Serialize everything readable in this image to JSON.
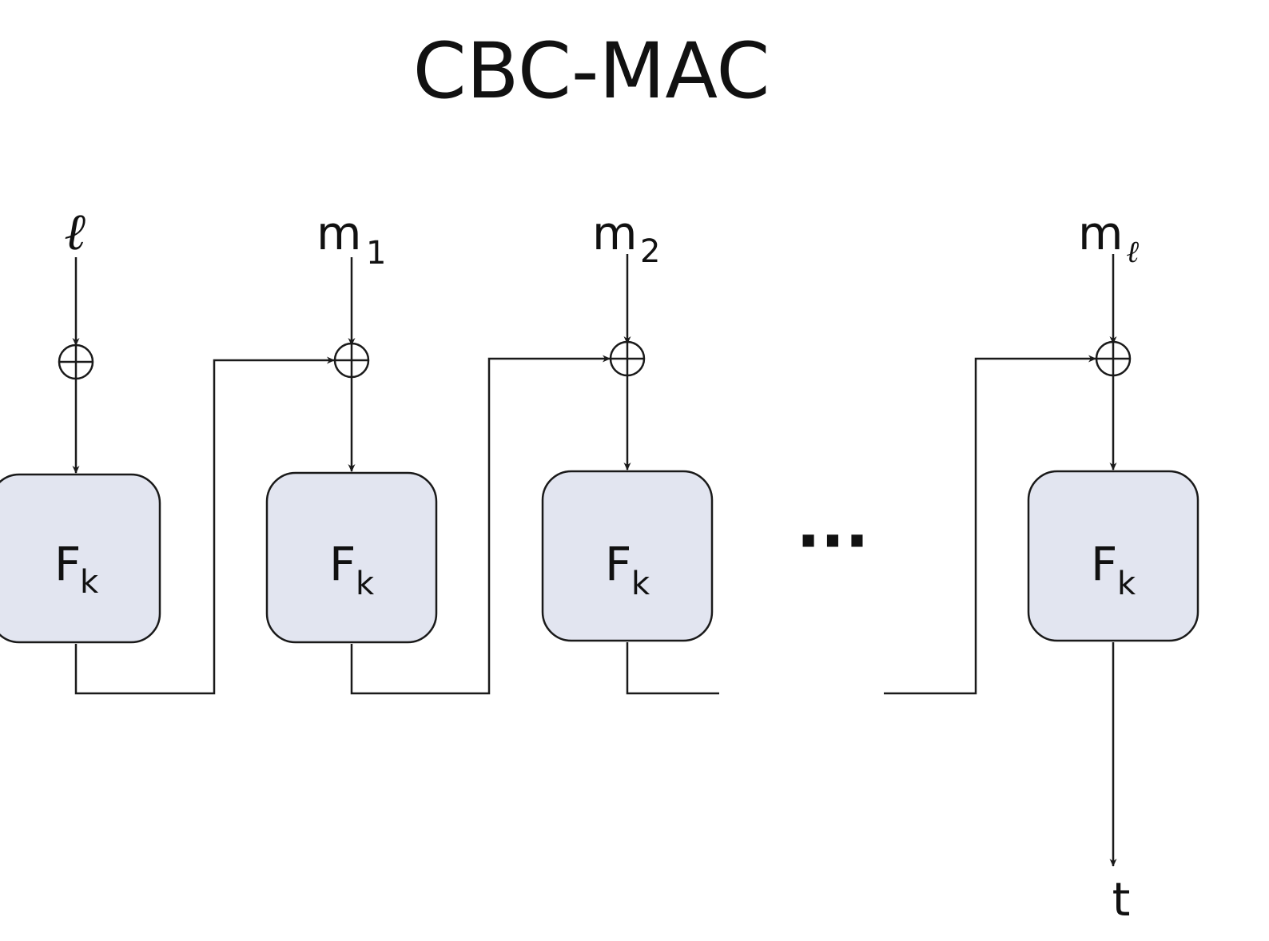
{
  "title": "CBC-MAC",
  "inputs": {
    "length": {
      "main": "ℓ"
    },
    "m1": {
      "main": "m",
      "sub": "1"
    },
    "m2": {
      "main": "m",
      "sub": "2"
    },
    "ml": {
      "main": "m",
      "sub": "ℓ"
    }
  },
  "block": {
    "main": "F",
    "sub": "k"
  },
  "ellipsis": "···",
  "output": "t",
  "colors": {
    "block_fill": "#e2e5f0",
    "line": "#1a1a1a",
    "background": "#ffffff"
  }
}
